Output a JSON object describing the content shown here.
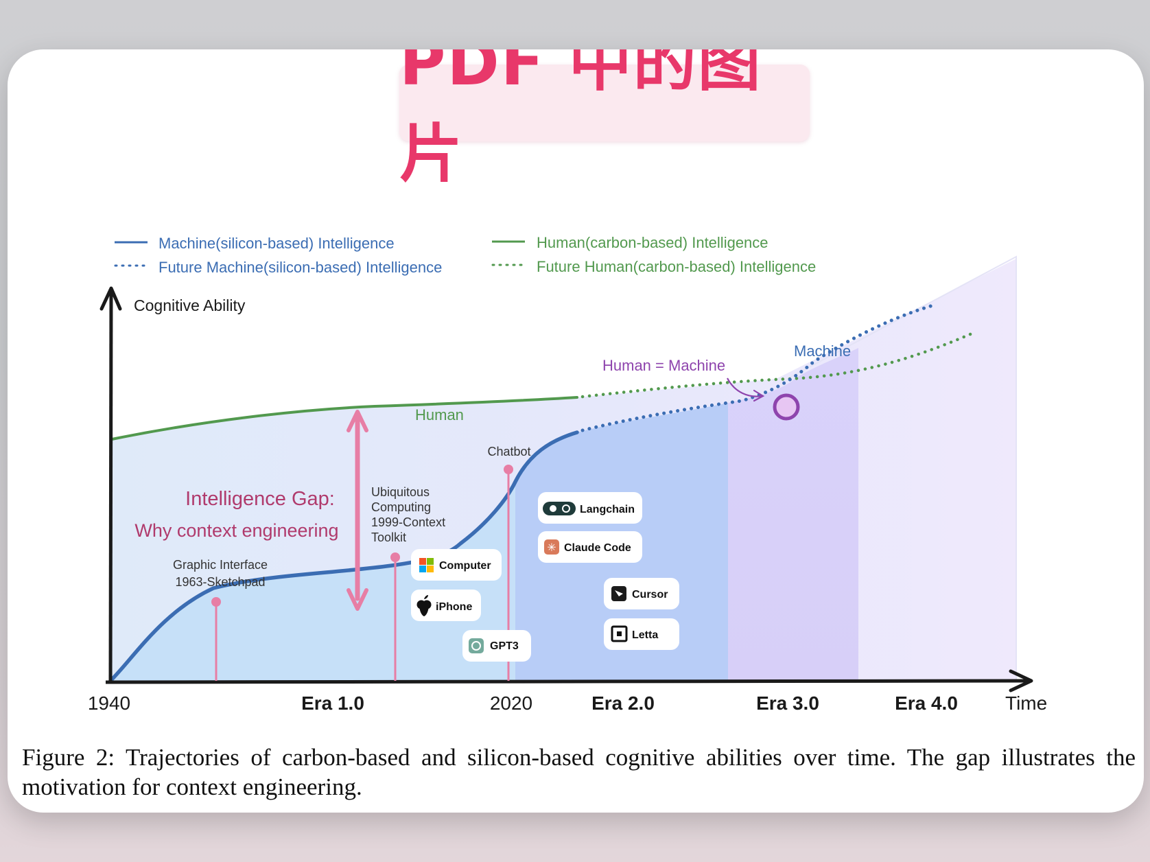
{
  "badge_text": "PDF 中的图片",
  "legend": {
    "machine": "Machine(silicon-based) Intelligence",
    "future_machine": "Future Machine(silicon-based) Intelligence",
    "human": "Human(carbon-based) Intelligence",
    "future_human": "Future Human(carbon-based) Intelligence"
  },
  "y_axis_label": "Cognitive Ability",
  "x_axis_label": "Time",
  "x_ticks": [
    "1940",
    "Era 1.0",
    "2020",
    "Era 2.0",
    "Era 3.0",
    "Era 4.0"
  ],
  "labels": {
    "human": "Human",
    "machine": "Machine",
    "human_equals_machine": "Human = Machine",
    "gap_title": "Intelligence Gap:",
    "gap_subtitle": "Why context engineering",
    "chatbot": "Chatbot",
    "ubiquitous": [
      "Ubiquitous",
      "Computing",
      "1999-Context",
      "Toolkit"
    ],
    "graphic": [
      "Graphic Interface",
      "1963-Sketchpad"
    ]
  },
  "tools": [
    "Langchain",
    "Claude Code",
    "Computer",
    "iPhone",
    "GPT3",
    "Cursor",
    "Letta"
  ],
  "colors": {
    "machine": "#3b6db3",
    "human": "#52994e",
    "gap": "#b03a6c",
    "highlight": "#8e44ad",
    "marker": "#e77ea5",
    "badge": "#e8386a"
  },
  "caption": "Figure 2: Trajectories of carbon-based and silicon-based cognitive abilities over time. The gap illustrates the motivation for context engineering."
}
